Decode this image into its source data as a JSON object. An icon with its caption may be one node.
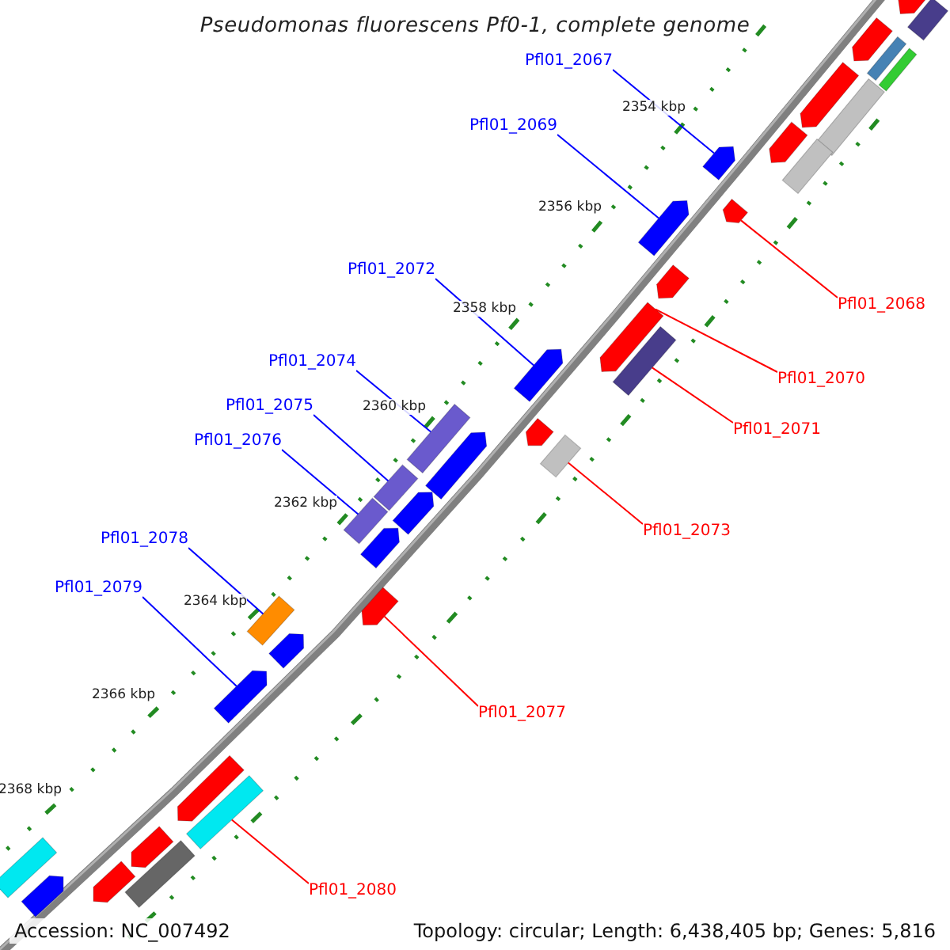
{
  "diagram": {
    "title": "Pseudomonas fluorescens Pf0-1, complete genome",
    "nodes": [
      {
        "text": [
          "Pfl01_2067"
        ]
      },
      {
        "text": [
          "Pfl01_2069"
        ]
      },
      {
        "text": [
          "Pfl01_2068"
        ]
      },
      {
        "text": [
          "Pfl01_2072"
        ]
      },
      {
        "text": [
          "Pfl01_2070"
        ]
      },
      {
        "text": [
          "Pfl01_2074"
        ]
      },
      {
        "text": [
          "Pfl01_2071"
        ]
      },
      {
        "text": [
          "Pfl01_2075"
        ]
      },
      {
        "text": [
          "Pfl01_2076"
        ]
      },
      {
        "text": [
          "Pfl01_2073"
        ]
      },
      {
        "text": [
          "Pfl01_2078"
        ]
      },
      {
        "text": [
          "Pfl01_2079"
        ]
      },
      {
        "text": [
          "Pfl01_2077"
        ]
      },
      {
        "text": [
          "Pfl01_2080"
        ]
      },
      {
        "text": [],
        "shape": "pentagon"
      },
      {
        "text": [],
        "shape": "pentagon"
      },
      {
        "text": [],
        "shape": "pentagon"
      },
      {
        "text": [],
        "shape": "pentagon"
      },
      {
        "text": [],
        "shape": "pentagon"
      },
      {
        "text": [],
        "shape": "bar"
      },
      {
        "text": [],
        "shape": "bar"
      },
      {
        "text": [],
        "shape": "bar"
      },
      {
        "text": [],
        "shape": "bar"
      },
      {
        "text": [],
        "shape": "bar"
      },
      {
        "text": [],
        "shape": "bar"
      },
      {
        "text": [],
        "shape": "pentagon"
      },
      {
        "text": [],
        "shape": "pentagon"
      },
      {
        "text": [],
        "shape": "bar"
      },
      {
        "text": [],
        "shape": "pentagon"
      },
      {
        "text": [],
        "shape": "bar"
      },
      {
        "text": [],
        "shape": "pentagon"
      },
      {
        "text": [],
        "shape": "bar"
      },
      {
        "text": [],
        "shape": "bar"
      },
      {
        "text": [],
        "shape": "pentagon"
      },
      {
        "text": [],
        "shape": "bar"
      },
      {
        "text": [],
        "shape": "pentagon"
      },
      {
        "text": [],
        "shape": "bar"
      },
      {
        "text": [],
        "shape": "pentagon"
      },
      {
        "text": [],
        "shape": "pentagon"
      },
      {
        "text": [],
        "shape": "pentagon"
      },
      {
        "text": [],
        "shape": "pentagon"
      },
      {
        "text": [],
        "shape": "pentagon"
      },
      {
        "text": [],
        "shape": "pentagon"
      },
      {
        "text": [],
        "shape": "pentagon"
      },
      {
        "text": [],
        "shape": "pentagon"
      },
      {
        "text": [],
        "shape": "bar"
      },
      {
        "text": [],
        "shape": "bar"
      },
      {
        "text": [],
        "shape": "pentagon"
      },
      {
        "text": [],
        "shape": "pentagon"
      }
    ],
    "edges": [
      {
        "from": 0,
        "to": 14,
        "arrow": "none"
      },
      {
        "from": 1,
        "to": 15,
        "arrow": "none"
      },
      {
        "from": 2,
        "to": 16,
        "arrow": "none",
        "color": "#ff0000"
      },
      {
        "from": 3,
        "to": 17,
        "arrow": "none"
      },
      {
        "from": 4,
        "to": 18,
        "arrow": "none",
        "color": "#ff0000"
      },
      {
        "from": 5,
        "to": 19,
        "arrow": "none"
      },
      {
        "from": 6,
        "to": 20,
        "arrow": "none",
        "color": "#ff0000"
      },
      {
        "from": 7,
        "to": 21,
        "arrow": "none"
      },
      {
        "from": 8,
        "to": 22,
        "arrow": "none"
      },
      {
        "from": 9,
        "to": 23,
        "arrow": "none",
        "color": "#ff0000"
      },
      {
        "from": 10,
        "to": 24,
        "arrow": "none"
      },
      {
        "from": 11,
        "to": 25,
        "arrow": "none"
      },
      {
        "from": 12,
        "to": 26,
        "arrow": "none",
        "color": "#ff0000"
      },
      {
        "from": 13,
        "to": 27,
        "arrow": "none",
        "color": "#ff0000"
      }
    ],
    "labels": [
      "2354 kbp",
      "2356 kbp",
      "2358 kbp",
      "2360 kbp",
      "2362 kbp",
      "2364 kbp",
      "2366 kbp",
      "2368 kbp",
      "Accession: NC_007492",
      "Topology: circular; Length: 6,438,405 bp; Genes: 5,816"
    ]
  }
}
